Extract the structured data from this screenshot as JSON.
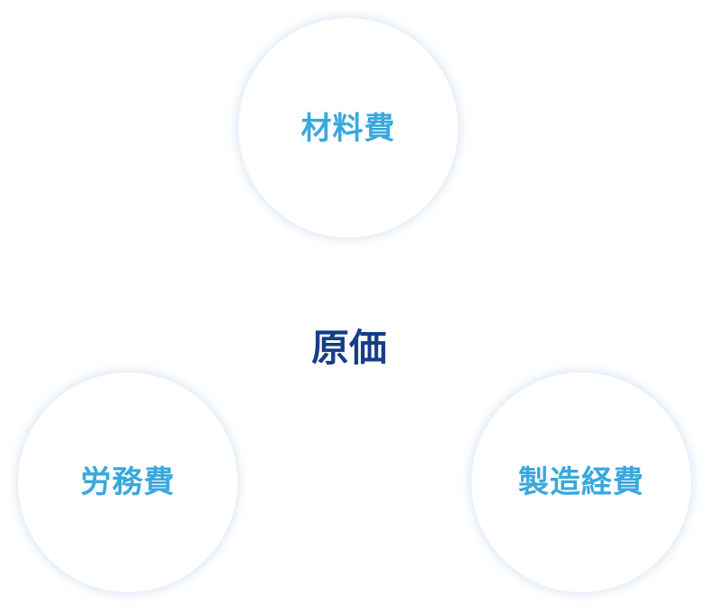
{
  "colors": {
    "circle_text": "#3aa8dc",
    "center_text": "#163e86",
    "circle_fill": "#ffffff",
    "background": "#ffffff"
  },
  "diagram": {
    "center": {
      "label": "原価"
    },
    "nodes": [
      {
        "id": "top",
        "label": "材料費"
      },
      {
        "id": "bottom-left",
        "label": "労務費"
      },
      {
        "id": "bottom-right",
        "label": "製造経費"
      }
    ]
  }
}
